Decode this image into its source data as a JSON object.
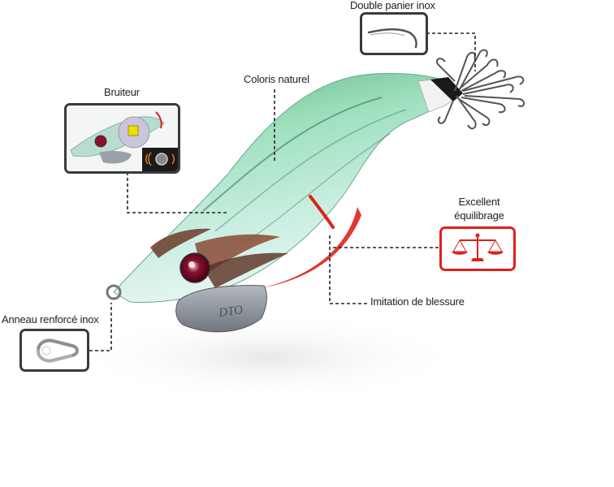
{
  "labels": {
    "double_panier": "Double panier inox",
    "coloris": "Coloris naturel",
    "bruiteur": "Bruiteur",
    "excellent": "Excellent",
    "equilibrage": "équilibrage",
    "imitation": "Imitation de blessure",
    "anneau": "Anneau renforcé inox"
  },
  "lure": {
    "brand_text": "DTO"
  },
  "colors": {
    "accent_red": "#e0201a",
    "frame_gray": "#3a3a3a",
    "body_green": "#8fd6b0"
  }
}
